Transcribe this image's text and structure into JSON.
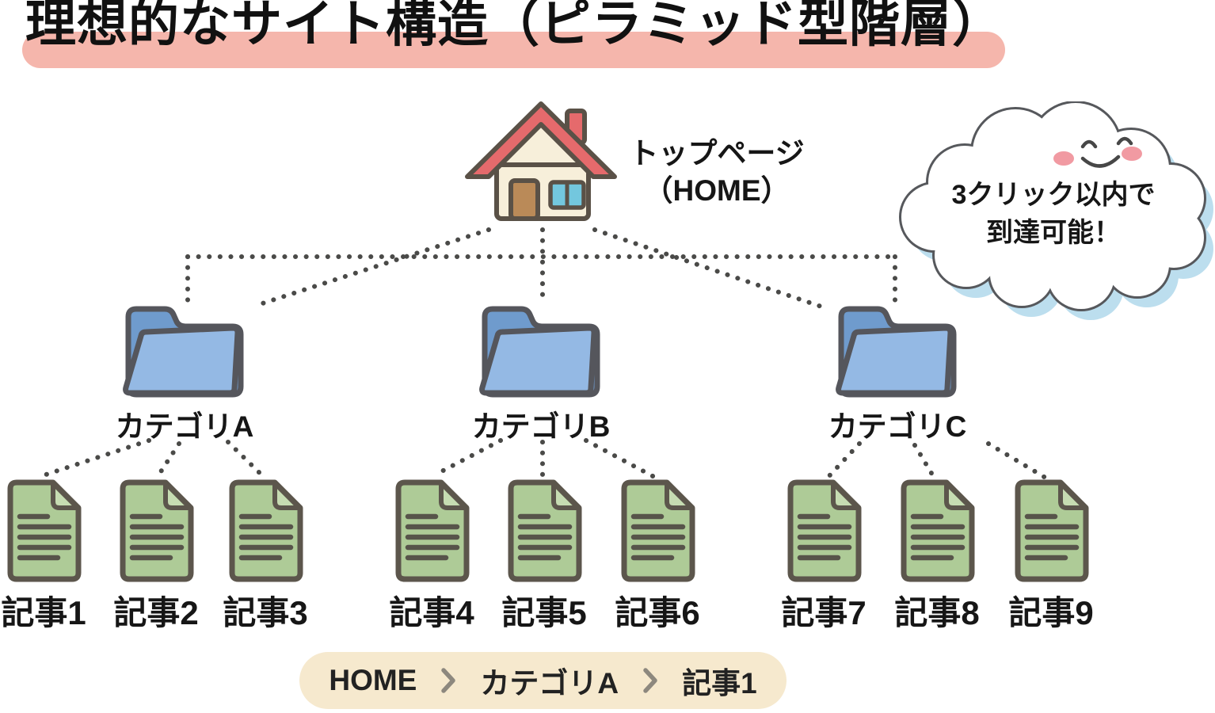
{
  "title": "理想的なサイト構造（ピラミッド型階層）",
  "home": {
    "icon": "house-icon",
    "label_line1": "トップページ",
    "label_line2": "（HOME）"
  },
  "cloud": {
    "icon": "cloud-icon",
    "face_icon": "smiley-face-icon",
    "line1": "3クリック以内で",
    "line2": "到達可能！"
  },
  "categories": [
    {
      "icon": "folder-icon",
      "label": "カテゴリA"
    },
    {
      "icon": "folder-icon",
      "label": "カテゴリB"
    },
    {
      "icon": "folder-icon",
      "label": "カテゴリC"
    }
  ],
  "articles": [
    {
      "icon": "document-icon",
      "label": "記事1"
    },
    {
      "icon": "document-icon",
      "label": "記事2"
    },
    {
      "icon": "document-icon",
      "label": "記事3"
    },
    {
      "icon": "document-icon",
      "label": "記事4"
    },
    {
      "icon": "document-icon",
      "label": "記事5"
    },
    {
      "icon": "document-icon",
      "label": "記事6"
    },
    {
      "icon": "document-icon",
      "label": "記事7"
    },
    {
      "icon": "document-icon",
      "label": "記事8"
    },
    {
      "icon": "document-icon",
      "label": "記事9"
    }
  ],
  "breadcrumb": {
    "items": [
      "HOME",
      "カテゴリA",
      "記事1"
    ],
    "separator_icon": "chevron-right"
  },
  "colors": {
    "accent_pink": "#f5b6ac",
    "text_black": "#1b1b1b",
    "line_gray": "#4a4a48",
    "folder_back": "#6f9bcd",
    "folder_front": "#94b9e4",
    "folder_outline": "#55565c",
    "doc_green": "#aecb97",
    "doc_fold": "#c6dcb2",
    "doc_outline": "#5c564c",
    "doc_line": "#57544a",
    "roof_red": "#e56a6c",
    "house_cream": "#f7efda",
    "door_brown": "#ba8a58",
    "window_blue": "#73c7de",
    "house_outline": "#5a5147",
    "cloud_outline": "#56585c",
    "cloud_shadow": "#bcdeee",
    "cheek_pink": "#f19aa2",
    "face_stroke": "#474747",
    "breadcrumb_bg": "#f6e9ce",
    "chevron_gray": "#8d887e"
  }
}
